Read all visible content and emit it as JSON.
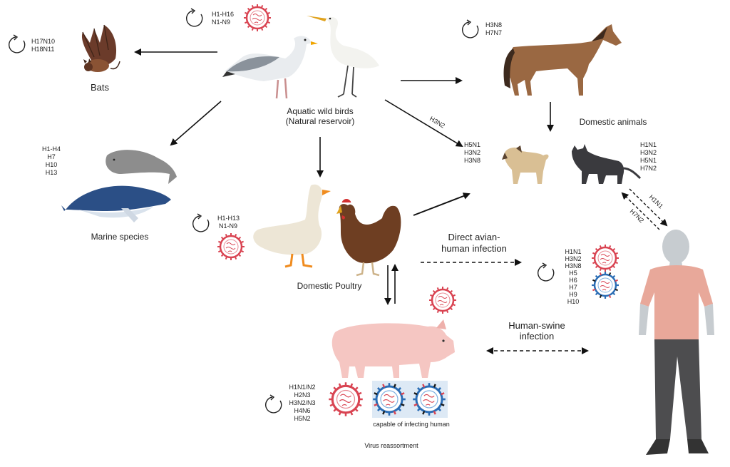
{
  "groups": {
    "bats": {
      "label": "Bats",
      "subtypes": [
        "H17N10",
        "H18N11"
      ]
    },
    "wild_birds": {
      "label_line1": "Aquatic wild birds",
      "label_line2": "(Natural reservoir)",
      "subtypes": [
        "H1-H16",
        "N1-N9"
      ]
    },
    "marine": {
      "label": "Marine species",
      "subtypes": [
        "H1-H4",
        "H7",
        "H10",
        "H13"
      ]
    },
    "horse": {
      "subtypes": [
        "H3N8",
        "H7N7"
      ]
    },
    "domestic_animals": {
      "label": "Domestic animals",
      "dog_subtypes": [
        "H5N1",
        "H3N2",
        "H3N8"
      ],
      "cat_subtypes": [
        "H1N1",
        "H3N2",
        "H5N1",
        "H7N2"
      ]
    },
    "poultry": {
      "label": "Domestic Poultry",
      "subtypes": [
        "H1-H13",
        "N1-N9"
      ]
    },
    "human": {
      "subtypes": [
        "H1N1",
        "H3N2",
        "H3N8",
        "H5",
        "H6",
        "H7",
        "H9",
        "H10"
      ]
    },
    "swine": {
      "subtypes": [
        "H1N1/N2",
        "H2N3",
        "H3N2/N3",
        "H4N6",
        "H5N2"
      ],
      "capable_label": "capable of infecting human",
      "reassortment_label": "Virus reassortment"
    }
  },
  "arrows": {
    "birds_to_dog": "H3N2",
    "cat_to_human": "H1N1",
    "human_to_cat": "H7N2",
    "avian_human_line1": "Direct avian-",
    "avian_human_line2": "human infection",
    "swine_human_line1": "Human-swine",
    "swine_human_line2": "infection"
  },
  "colors": {
    "avian_virus": "#d94452",
    "human_virus": "#2b6db5",
    "swine_virus": "#2b8fc9",
    "arrow": "#111111"
  }
}
